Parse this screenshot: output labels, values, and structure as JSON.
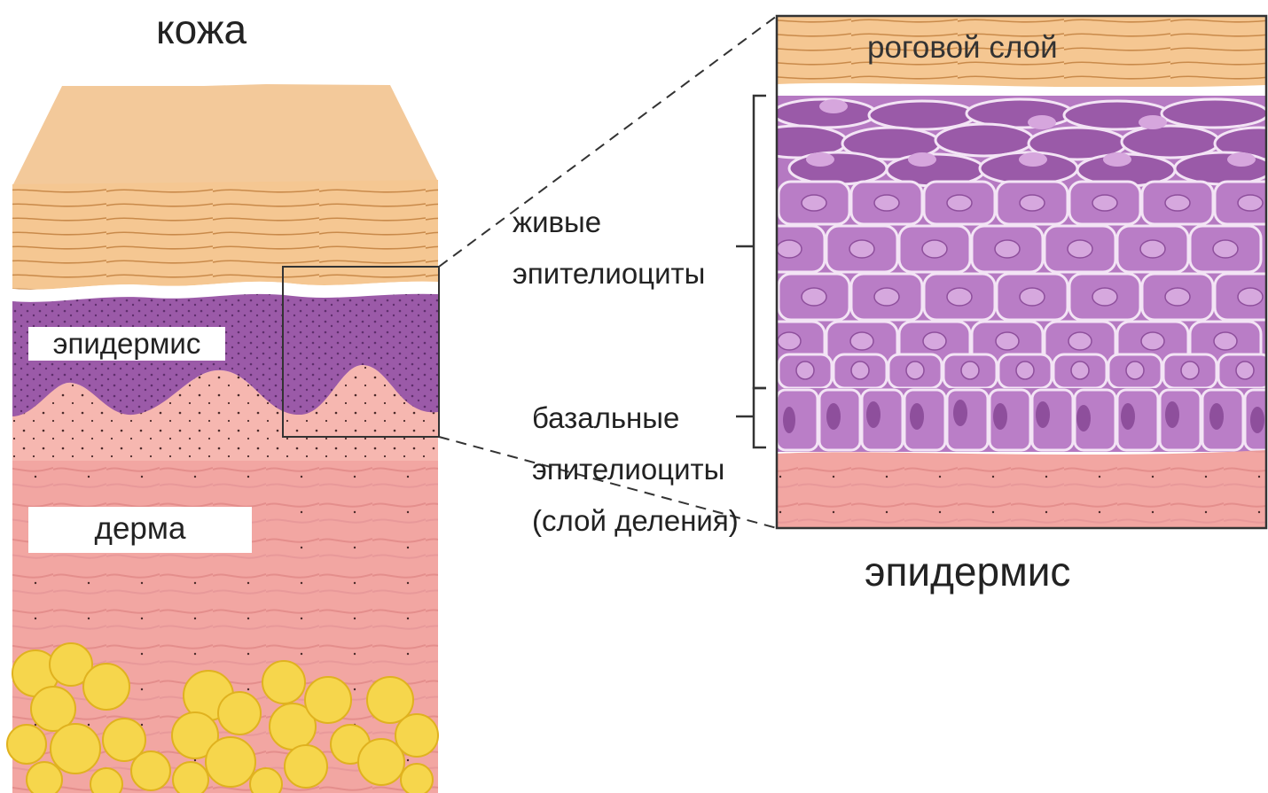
{
  "titles": {
    "skin": "кожа",
    "epidermis_zoom": "эпидермис"
  },
  "left_panel": {
    "epidermis_label": "эпидермис",
    "dermis_label": "дерма"
  },
  "right_panel": {
    "stratum_corneum_label": "роговой слой",
    "living_cells_line1": "живые",
    "living_cells_line2": "эпителиоциты",
    "basal_cells_line1": "базальные",
    "basal_cells_line2": "эпителиоциты",
    "basal_cells_line3": "(слой деления)"
  },
  "colors": {
    "corneum": "#f4c58e",
    "corneum_lines": "#c98a4a",
    "epidermis": "#9b5aa8",
    "epidermis_light": "#c28bcf",
    "cell_fill": "#b77ac4",
    "nucleus": "#d9b3df",
    "dermis": "#f4a9a4",
    "fat": "#f5d54a",
    "outline": "#3a3a3a"
  }
}
